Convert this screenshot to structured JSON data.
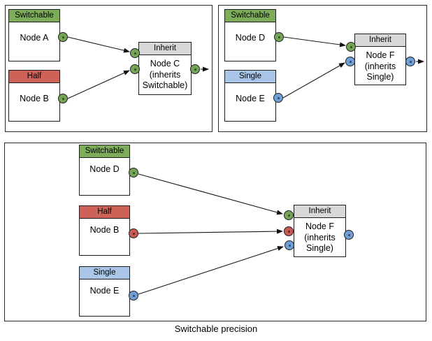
{
  "caption": "Switchable precision",
  "colors": {
    "switchable": "#7DAC5B",
    "half": "#CD6258",
    "single": "#A9C5E8",
    "inherit": "#D8D8D8",
    "port_switchable": "#74A556",
    "port_half": "#C95A52",
    "port_single": "#6F9FD6"
  },
  "panels": {
    "top_left": {
      "nodes": {
        "a": {
          "header": "Switchable",
          "title": "Node A"
        },
        "b": {
          "header": "Half",
          "title": "Node B"
        },
        "c": {
          "header": "Inherit",
          "title": "Node C\n(inherits\nSwitchable)"
        }
      }
    },
    "top_right": {
      "nodes": {
        "d": {
          "header": "Switchable",
          "title": "Node D"
        },
        "e": {
          "header": "Single",
          "title": "Node E"
        },
        "f": {
          "header": "Inherit",
          "title": "Node F\n(inherits\nSingle)"
        }
      }
    },
    "bottom": {
      "nodes": {
        "d": {
          "header": "Switchable",
          "title": "Node D"
        },
        "b": {
          "header": "Half",
          "title": "Node B"
        },
        "e": {
          "header": "Single",
          "title": "Node E"
        },
        "f": {
          "header": "Inherit",
          "title": "Node F\n(inherits\nSingle)"
        }
      }
    }
  }
}
